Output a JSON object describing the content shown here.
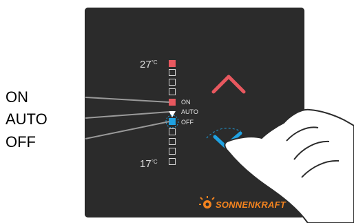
{
  "external_labels": {
    "on": "ON",
    "auto": "AUTO",
    "off": "OFF"
  },
  "thermostat": {
    "temp_max": "27",
    "temp_min": "17",
    "unit": "°C",
    "mode_on": "ON",
    "mode_auto": "AUTO",
    "mode_off": "OFF"
  },
  "logo": {
    "text": "SONNENKRAFT"
  },
  "colors": {
    "panel": "#2b2b2b",
    "red": "#e8585f",
    "blue": "#1fa2e2",
    "logo_orange": "#f2831f"
  },
  "icons": {
    "up": "chevron-up-icon",
    "down": "chevron-down-icon",
    "hand": "pointing-hand-icon",
    "sun": "sun-logo-icon"
  }
}
